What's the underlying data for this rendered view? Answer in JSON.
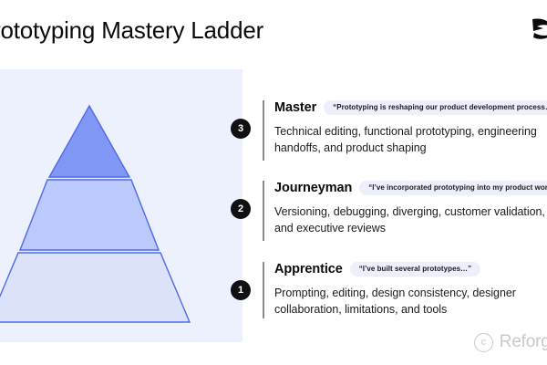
{
  "slide": {
    "title": "rototyping Mastery Ladder",
    "brand_icon": "reforge-logo-icon"
  },
  "pyramid": {
    "panel_bg": "#edf0fd",
    "stroke": "#4f6ae4",
    "tiers": [
      {
        "level": 3,
        "label": "Master",
        "fill": "#8197f6"
      },
      {
        "level": 2,
        "label": "Journeyman",
        "fill": "#bcc9fc"
      },
      {
        "level": 1,
        "label": "Apprentice",
        "fill": "#dde2fb"
      }
    ]
  },
  "levels": [
    {
      "badge": "3",
      "name": "Master",
      "quote": "“Prototyping is reshaping our product development process…”",
      "description": "Technical editing, functional prototyping, engineering handoffs, and product shaping"
    },
    {
      "badge": "2",
      "name": "Journeyman",
      "quote": "“I’ve incorporated prototyping into my product workflow…",
      "description": "Versioning, debugging, diverging, customer validation, and executive reviews"
    },
    {
      "badge": "1",
      "name": "Apprentice",
      "quote": "“I’ve built several prototypes…”",
      "description": "Prompting, editing, design consistency, designer collaboration, limitations, and tools"
    }
  ],
  "watermark": {
    "mark": "c",
    "text": "Reforge"
  }
}
